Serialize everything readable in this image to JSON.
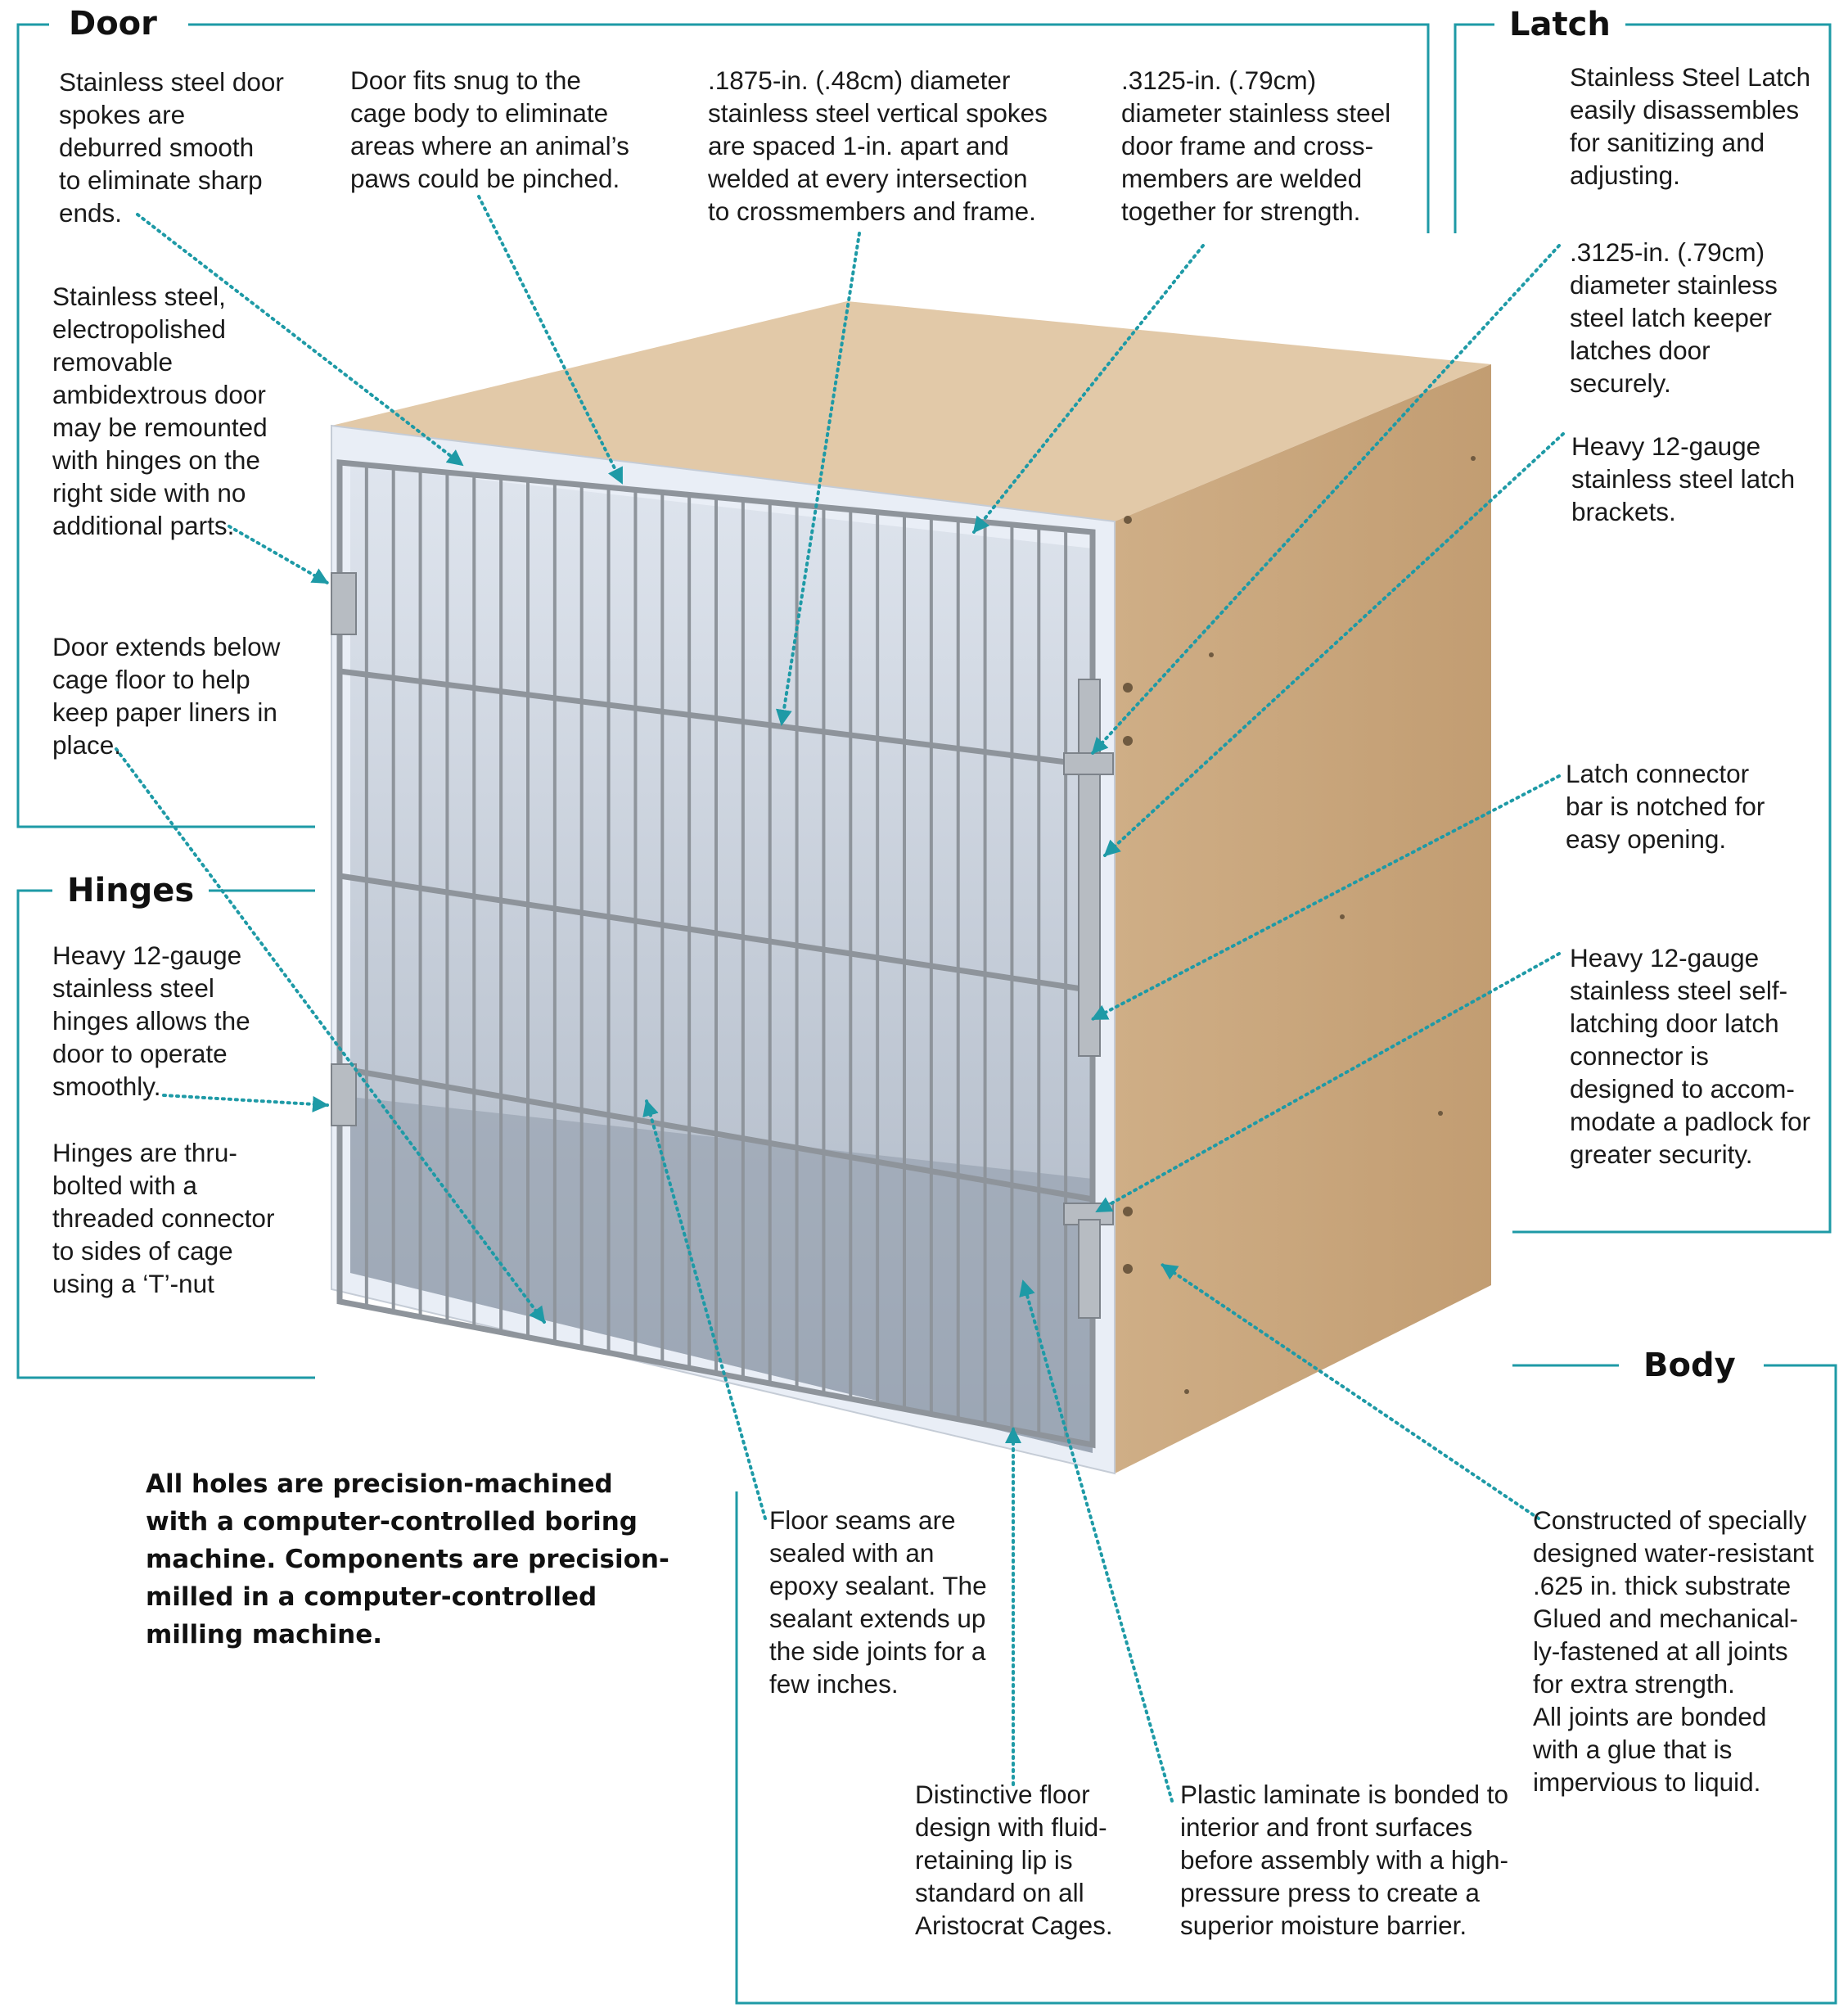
{
  "colors": {
    "rule": "#1e9aa6",
    "callout": "#1e9aa6",
    "board_front": "#d6b993",
    "board_side": "#c9a67c",
    "board_top": "#e2c9a8",
    "laminate": "#e8eef7",
    "interior": "#c3ccd8",
    "steel": "#9a9fa6"
  },
  "sections": {
    "door": {
      "heading": "Door",
      "notes": [
        "Stainless steel door\nspokes are\ndeburred smooth\nto eliminate sharp\nends.",
        "Door fits snug to the\ncage body to eliminate\nareas where an animal’s\npaws could be pinched.",
        ".1875-in. (.48cm) diameter\nstainless steel vertical spokes\nare spaced 1-in. apart and\nwelded at every intersection\nto crossmembers and frame.",
        ".3125-in. (.79cm)\ndiameter stainless steel\ndoor frame and cross-\nmembers are welded\ntogether for strength.",
        "Stainless steel,\nelectropolished\nremovable\nambidextrous door\nmay be remounted\nwith hinges on the\nright side with no\nadditional parts.",
        "Door extends below\ncage floor to help\nkeep paper liners in\nplace."
      ]
    },
    "latch": {
      "heading": "Latch",
      "notes": [
        "Stainless Steel Latch\neasily disassembles\nfor sanitizing and\nadjusting.",
        ".3125-in. (.79cm)\ndiameter stainless\nsteel latch keeper\nlatches door\nsecurely.",
        "Heavy 12-gauge\nstainless steel latch\nbrackets.",
        "Latch connector\nbar is notched for\neasy opening.",
        "Heavy 12-gauge\nstainless steel self-\nlatching door latch\nconnector is\ndesigned to accom-\nmodate a padlock for\ngreater security."
      ]
    },
    "hinges": {
      "heading": "Hinges",
      "notes": [
        "Heavy 12-gauge\nstainless steel\nhinges allows the\ndoor to operate\nsmoothly.",
        "Hinges are thru-\nbolted with a\nthreaded connector\nto sides of cage\nusing a ‘T’-nut"
      ]
    },
    "body": {
      "heading": "Body",
      "notes": [
        "Constructed of specially\ndesigned water-resistant\n.625 in. thick substrate\nGlued and mechanical-\nly-fastened at all joints\nfor extra strength.\nAll joints are bonded\nwith a glue that is\nimpervious to liquid."
      ]
    },
    "floor": {
      "notes": [
        "Floor seams are\nsealed with an\nepoxy sealant. The\nsealant extends up\nthe side joints for a\nfew inches.",
        "Distinctive floor\ndesign with fluid-\nretaining lip is\nstandard on all\nAristocrat Cages.",
        "Plastic laminate is bonded to\ninterior and front surfaces\nbefore assembly with a high-\npressure press to create a\nsuperior moisture barrier."
      ]
    }
  },
  "precision_note": "All holes are precision-machined\nwith a computer-controlled boring\nmachine. Components are precision-\nmilled in a computer-controlled\nmilling machine."
}
